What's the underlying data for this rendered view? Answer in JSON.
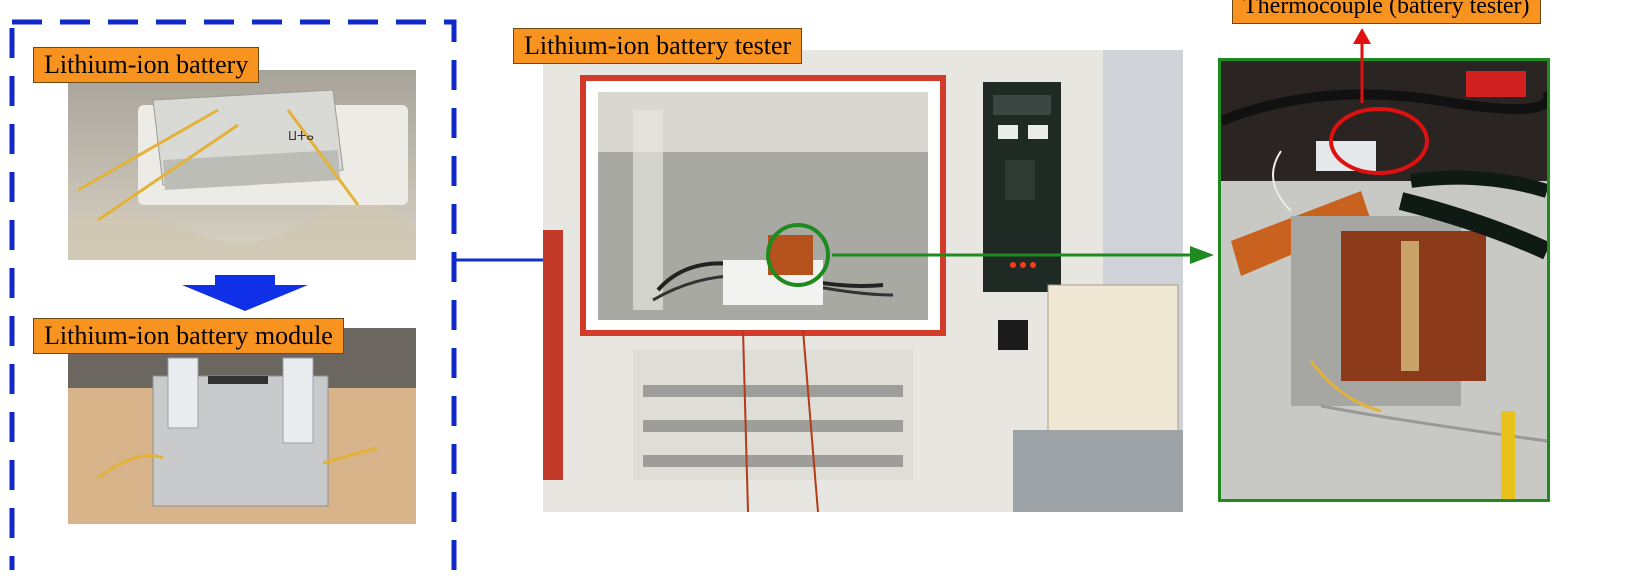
{
  "labels": {
    "battery": "Lithium-ion battery",
    "module": "Lithium-ion battery module",
    "tester": "Lithium-ion battery tester",
    "thermocouple": "Thermocouple (battery tester)"
  },
  "colors": {
    "label_fill": "#f7931e",
    "dashed_frame": "#1028c8",
    "blue_arrow": "#1030d0",
    "green_arrow": "#1f8a1f",
    "red_arrow": "#e01010",
    "red_circle": "#e01010",
    "green_frame": "#1f8a1f"
  }
}
